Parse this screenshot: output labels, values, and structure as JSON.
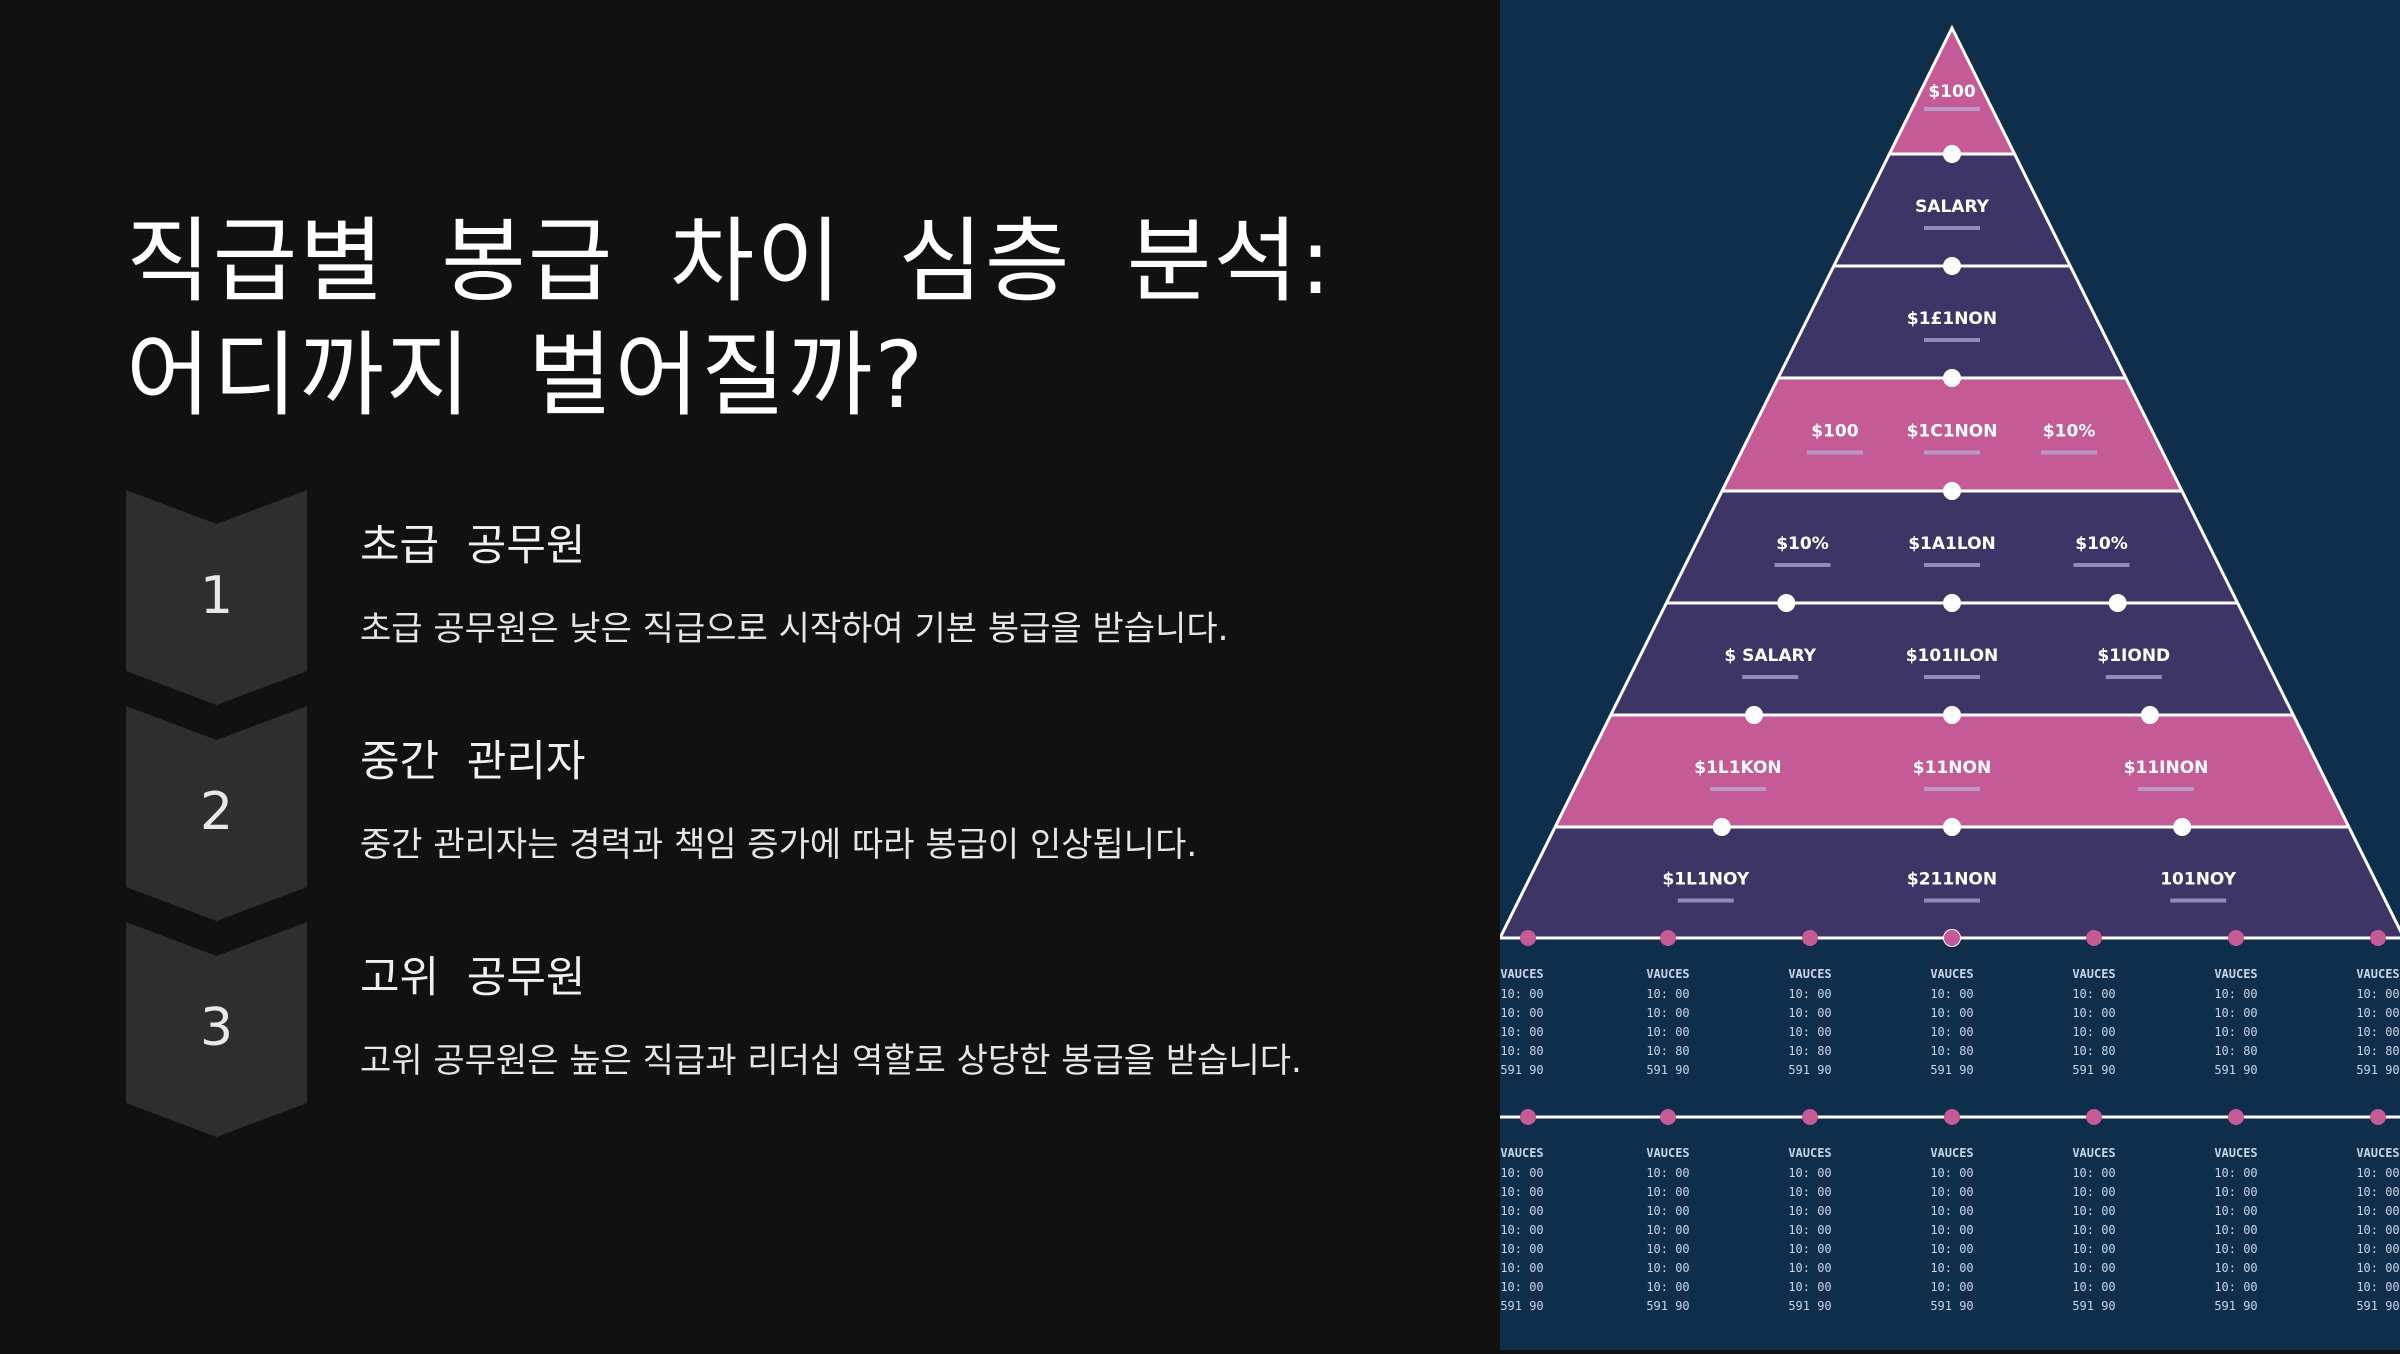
{
  "slide": {
    "title_line1": "직급별 봉급 차이 심층 분석:",
    "title_line2": "어디까지 벌어질까?"
  },
  "steps": [
    {
      "number": "1",
      "title": "초급 공무원",
      "description": "초급 공무원은 낮은 직급으로 시작하여 기본 봉급을 받습니다."
    },
    {
      "number": "2",
      "title": "중간 관리자",
      "description": "중간 관리자는 경력과 책임 증가에 따라 봉급이 인상됩니다."
    },
    {
      "number": "3",
      "title": "고위 공무원",
      "description": "고위 공무원은 높은 직급과 리더십 역할로 상당한 봉급을 받습니다."
    }
  ],
  "pyramid": {
    "colors": {
      "background": "#0e2e4c",
      "purple": "#3d3566",
      "pink": "#c45a96",
      "line": "#ffffff",
      "table_text": "#c9d4e4"
    },
    "bands": [
      {
        "color": "pink",
        "labels": [
          "$100"
        ]
      },
      {
        "color": "purple",
        "labels": [
          "SALARY"
        ]
      },
      {
        "color": "purple",
        "labels": [
          "$1£1NON"
        ]
      },
      {
        "color": "pink",
        "labels": [
          "$100",
          "$1C1NON",
          "$10%"
        ]
      },
      {
        "color": "purple",
        "labels": [
          "$10%",
          "$1A1LON",
          "$10%"
        ]
      },
      {
        "color": "purple",
        "labels": [
          "$ SALARY",
          "$101ILON",
          "$1IOND"
        ]
      },
      {
        "color": "pink",
        "labels": [
          "$1L1KON",
          "$11NON",
          "$11INON"
        ]
      },
      {
        "color": "purple",
        "labels": [
          "$1L1NOY",
          "$211NON",
          "101NOY"
        ]
      }
    ],
    "table_header": "VAUCES",
    "table1_values": [
      "10: 00",
      "10: 00",
      "10: 00",
      "10: 80",
      "591 90"
    ],
    "table2_values": [
      "10: 00",
      "10: 00",
      "10: 00",
      "10: 00",
      "10: 00",
      "10: 00",
      "10: 00",
      "591 90"
    ]
  }
}
